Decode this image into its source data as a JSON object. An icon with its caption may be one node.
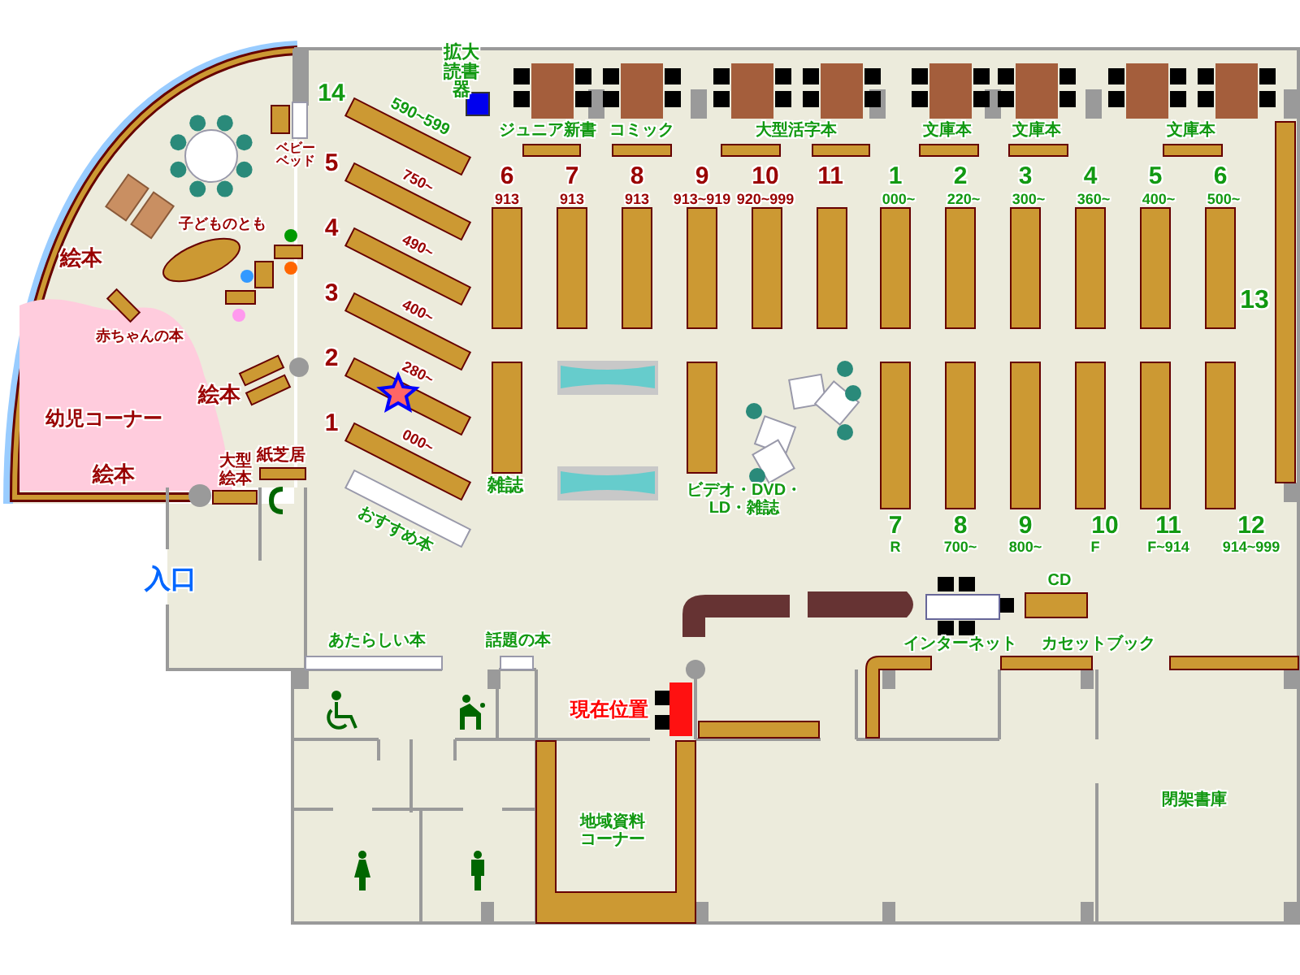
{
  "diagram": {
    "labels": [
      "拡大読書器",
      "14",
      "590~599",
      "ジュニア新書",
      "コミック",
      "大型活字本",
      "文庫本",
      "文庫本",
      "文庫本",
      "ベビーベッド",
      "5",
      "750~",
      "6",
      "913",
      "7",
      "913",
      "8",
      "913",
      "9",
      "913~919",
      "10",
      "920~999",
      "11",
      "1",
      "000~",
      "2",
      "220~",
      "3",
      "300~",
      "4",
      "360~",
      "5",
      "400~",
      "6",
      "500~",
      "子どものとも",
      "4",
      "490~",
      "絵本",
      "3",
      "400~",
      "13",
      "赤ちゃんの本",
      "2",
      "280~",
      "絵本",
      "幼児コーナー",
      "1",
      "000~",
      "絵本",
      "大型絵本",
      "紙芝居",
      "雑誌",
      "ビデオ・DVD・LD・雑誌",
      "おすすめ本",
      "7",
      "R",
      "8",
      "700~",
      "9",
      "800~",
      "10",
      "F",
      "11",
      "F~914",
      "12",
      "914~999",
      "入口",
      "CD",
      "あたらしい本",
      "話題の本",
      "インターネット",
      "カセットブック",
      "現在位置",
      "閉架書庫",
      "地域資料コーナー"
    ]
  }
}
